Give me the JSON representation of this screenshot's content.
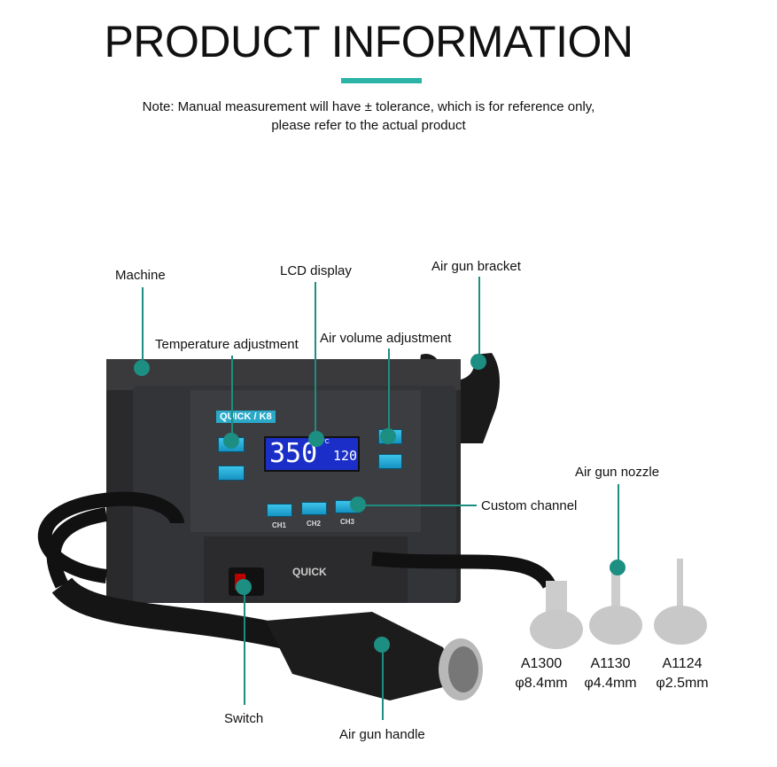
{
  "title": "PRODUCT INFORMATION",
  "note": [
    "Note: Manual measurement will have ± tolerance, which is for reference only,",
    "please refer to the actual product"
  ],
  "labels": {
    "machine": "Machine",
    "lcd": "LCD display",
    "bracket": "Air gun bracket",
    "temp": "Temperature adjustment",
    "air": "Air volume adjustment",
    "channel": "Custom channel",
    "nozzle": "Air gun nozzle",
    "switch": "Switch",
    "handle": "Air gun handle"
  },
  "device": {
    "brand": "QUICK",
    "model": "K8",
    "temp": "350",
    "temp_unit": "°C",
    "air": "120",
    "channels": [
      "CH1",
      "CH2",
      "CH3"
    ],
    "logo": "QUICK"
  },
  "nozzles": [
    {
      "model": "A1300",
      "size": "φ8.4mm"
    },
    {
      "model": "A1130",
      "size": "φ4.4mm"
    },
    {
      "model": "A1124",
      "size": "φ2.5mm"
    }
  ],
  "colors": {
    "accent": "#1d8e82",
    "underline": "#2ab3a6",
    "lcd": "#1b2fc8"
  }
}
